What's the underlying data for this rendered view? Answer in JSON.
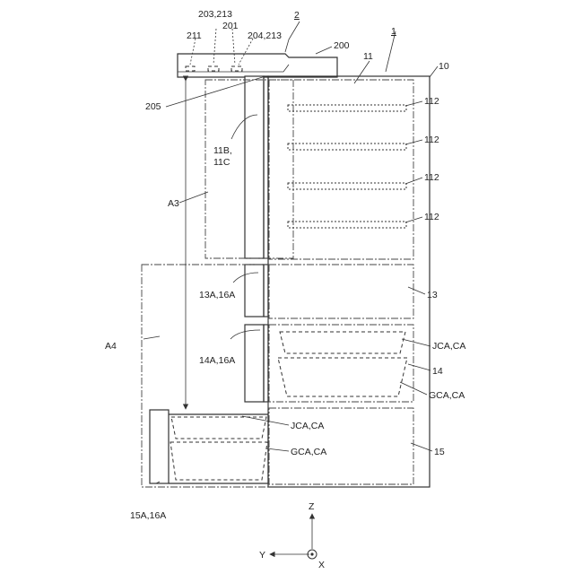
{
  "labels": {
    "l_1": "1",
    "l_2": "2",
    "l_10": "10",
    "l_11": "11",
    "l_112_a": "112",
    "l_112_b": "112",
    "l_112_c": "112",
    "l_112_d": "112",
    "l_13": "13",
    "l_14": "14",
    "l_15": "15",
    "l_200": "200",
    "l_201": "201",
    "l_203_213": "203,213",
    "l_204_213": "204,213",
    "l_205": "205",
    "l_211": "211",
    "l_11b": "11B,",
    "l_11c": "11C",
    "l_a3": "A3",
    "l_a4": "A4",
    "l_13a_16a": "13A,16A",
    "l_14a_16a": "14A,16A",
    "l_15a_16a": "15A,16A",
    "l_jca_1": "JCA,CA",
    "l_gca_1": "GCA,CA",
    "l_jca_2": "JCA,CA",
    "l_gca_2": "GCA,CA",
    "axis_z": "Z",
    "axis_y": "Y",
    "axis_x": "X"
  }
}
